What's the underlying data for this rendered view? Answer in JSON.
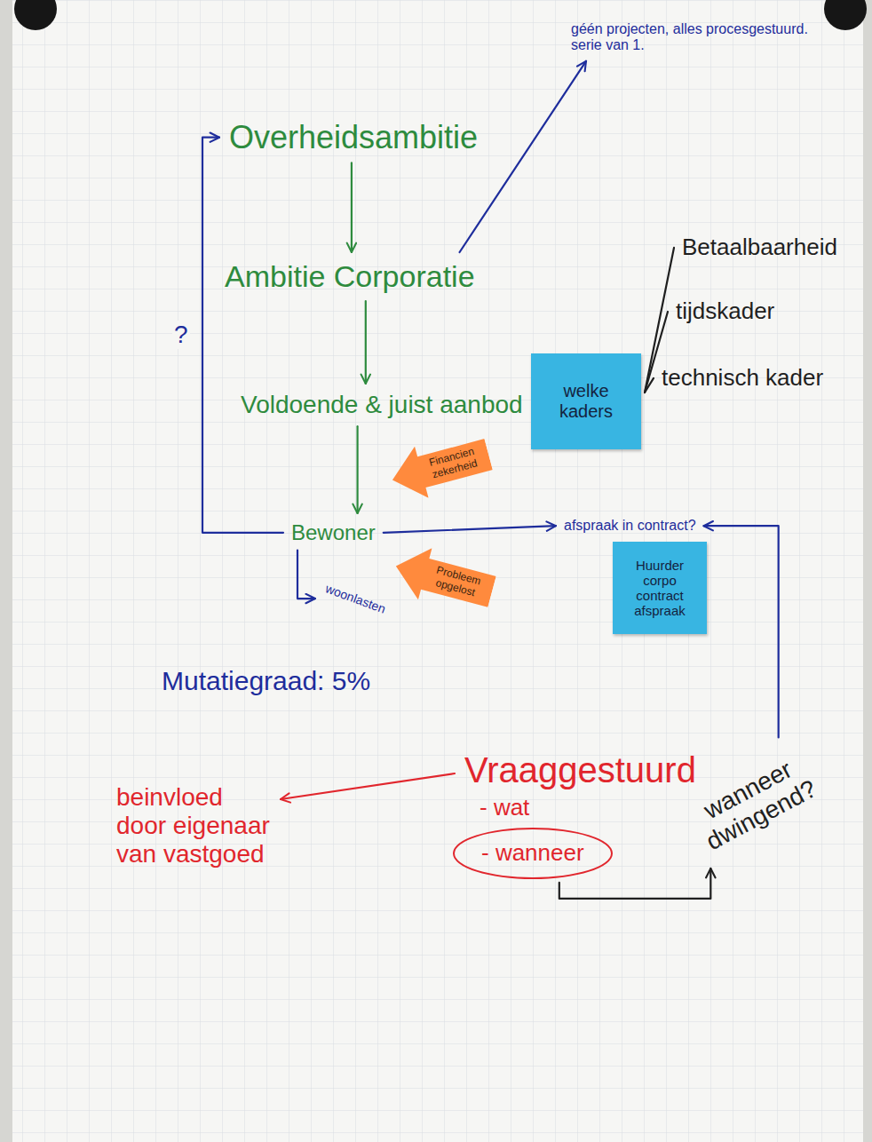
{
  "diagram": {
    "nodes": [
      {
        "text": [
          "Overheidsambitie"
        ]
      },
      {
        "text": [
          "Ambitie Corporatie"
        ]
      },
      {
        "text": [
          "Voldoende & juist aanbod"
        ]
      },
      {
        "text": [
          "Bewoner"
        ]
      },
      {
        "text": [
          "géén projecten, alles procesgestuurd. serie van 1."
        ]
      },
      {
        "text": [
          "welke kaders"
        ]
      },
      {
        "text": [
          "Betaalbaarheid"
        ]
      },
      {
        "text": [
          "tijdskader"
        ]
      },
      {
        "text": [
          "technisch kader"
        ]
      },
      {
        "text": [
          "afspraak in contract?"
        ]
      },
      {
        "text": [
          "Huurder corpo contract afspraak"
        ]
      },
      {
        "text": [
          "woonlasten"
        ]
      },
      {
        "text": [
          "Financien zekerheid"
        ]
      },
      {
        "text": [
          "Probleem opgelost"
        ]
      },
      {
        "text": [
          "Vraaggestuurd"
        ]
      },
      {
        "text": [
          "- wanneer"
        ]
      },
      {
        "text": [
          "wanneer dwingend?"
        ]
      },
      {
        "text": [
          "beinvloed door eigenaar van vastgoed"
        ]
      }
    ],
    "edges": [
      {
        "from": 0,
        "to": 1,
        "arrow": "to"
      },
      {
        "from": 1,
        "to": 2,
        "arrow": "to"
      },
      {
        "from": 2,
        "to": 3,
        "arrow": "to"
      },
      {
        "from": 3,
        "to": 0,
        "label": "?",
        "arrow": "to"
      },
      {
        "from": 1,
        "to": 4,
        "arrow": "to"
      },
      {
        "from": 5,
        "to": 6,
        "arrow": "none"
      },
      {
        "from": 5,
        "to": 7,
        "arrow": "none"
      },
      {
        "from": 5,
        "to": 8,
        "arrow": "none"
      },
      {
        "from": 3,
        "to": 9,
        "arrow": "to"
      },
      {
        "from": 3,
        "to": 11,
        "arrow": "to"
      },
      {
        "from": 14,
        "to": 17,
        "arrow": "to"
      },
      {
        "from": 15,
        "to": 16,
        "arrow": "to"
      },
      {
        "from": 16,
        "to": 9,
        "arrow": "to"
      }
    ],
    "labels": [
      "Mutatiegraad: 5%",
      "- wat"
    ]
  }
}
